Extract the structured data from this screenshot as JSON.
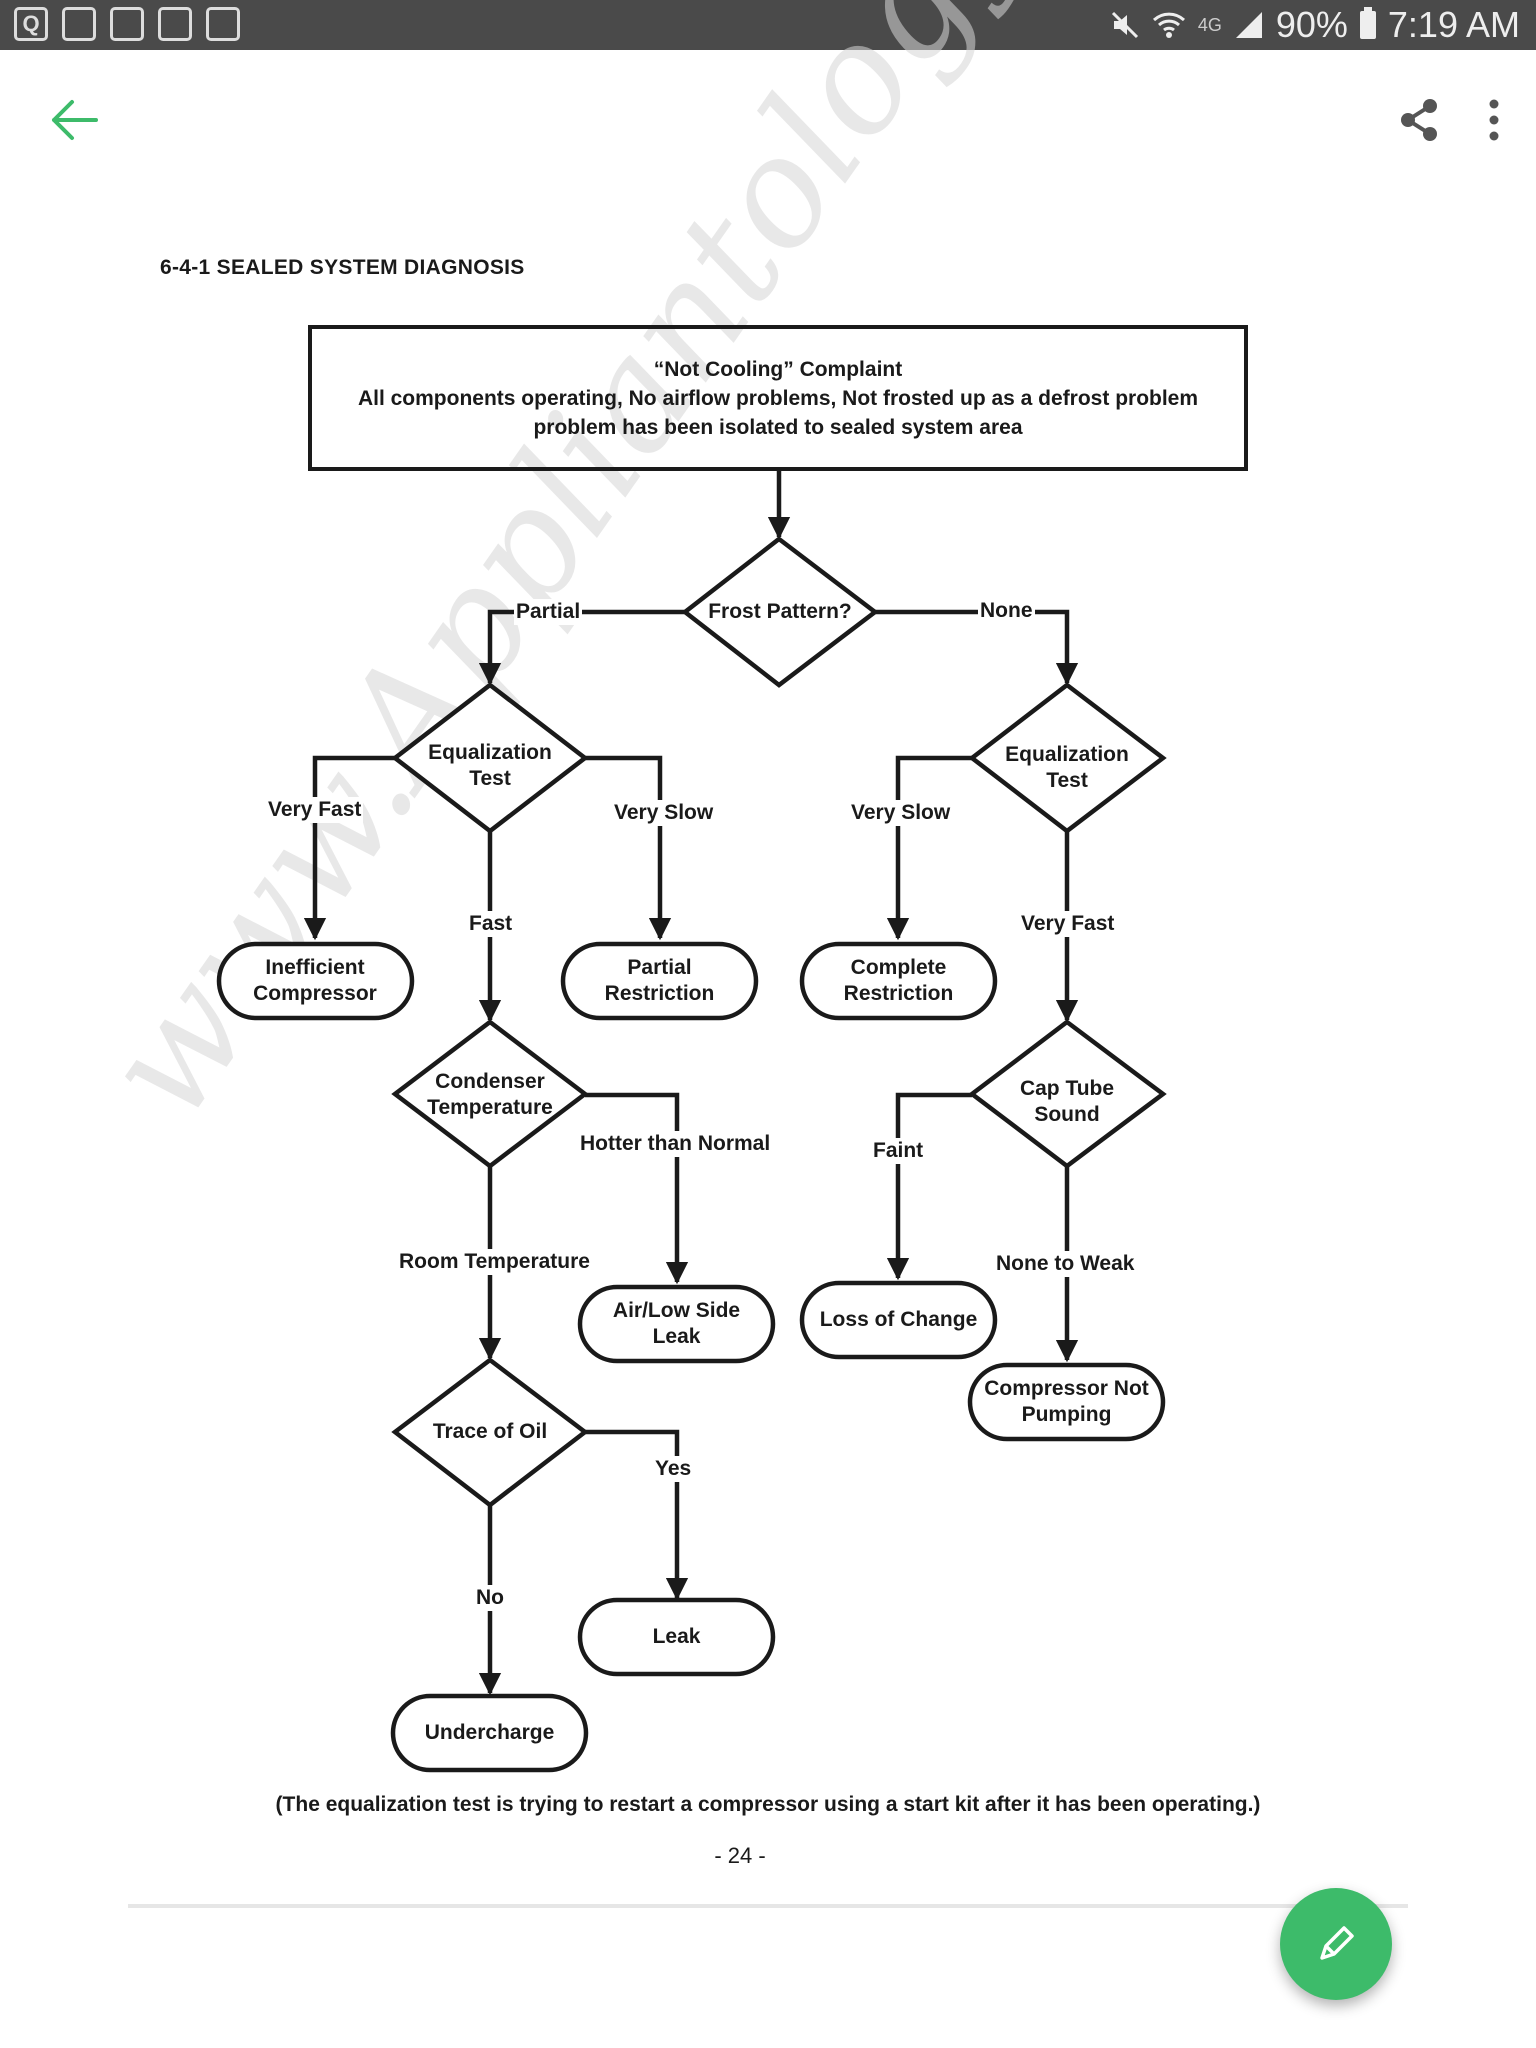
{
  "status_bar": {
    "network": "4G",
    "battery": "90%",
    "time": "7:19 AM"
  },
  "app_bar": {
    "back_icon": "arrow-left-icon",
    "share_icon": "share-icon",
    "more_icon": "more-vert-icon",
    "accent_color": "#3dbb6a"
  },
  "document": {
    "heading": "6-4-1 SEALED SYSTEM DIAGNOSIS",
    "start_box": {
      "line1": "“Not Cooling” Complaint",
      "line2": "All components operating, No airflow problems, Not frosted up as a defrost problem",
      "line3": "problem has been isolated to sealed system area"
    },
    "nodes": {
      "frost_pattern": "Frost Pattern?",
      "eq_test_left": "Equalization Test",
      "eq_test_right": "Equalization Test",
      "inefficient_compressor": "Inefficient Compressor",
      "partial_restriction": "Partial Restriction",
      "complete_restriction": "Complete Restriction",
      "condenser_temperature": "Condenser Temperature",
      "cap_tube_sound": "Cap Tube Sound",
      "air_low_side_leak": "Air/Low Side Leak",
      "loss_of_change": "Loss of Change",
      "compressor_not_pumping": "Compressor Not Pumping",
      "trace_of_oil": "Trace of Oil",
      "leak": "Leak",
      "undercharge": "Undercharge"
    },
    "edges": {
      "partial": "Partial",
      "none": "None",
      "very_fast_left": "Very Fast",
      "very_slow_left": "Very Slow",
      "fast": "Fast",
      "very_slow_right": "Very Slow",
      "very_fast_right": "Very Fast",
      "hotter_than_normal": "Hotter than Normal",
      "room_temperature": "Room Temperature",
      "faint": "Faint",
      "none_to_weak": "None to Weak",
      "yes": "Yes",
      "no": "No"
    },
    "footnote": "(The equalization test is trying to restart a compressor using a start kit after it has been operating.)",
    "page_number": "- 24 -",
    "watermark": "www.Appliantology.org"
  },
  "fab": {
    "icon": "pencil-icon"
  }
}
